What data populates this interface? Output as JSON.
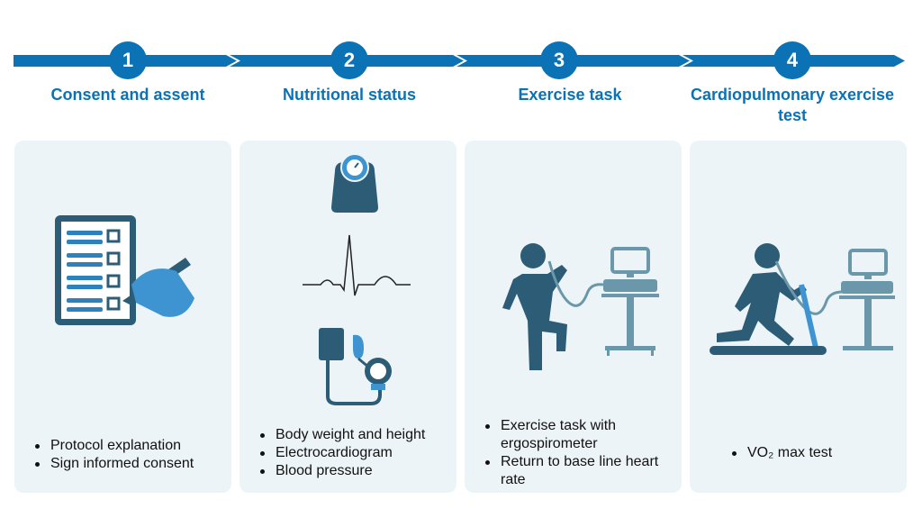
{
  "colors": {
    "accent": "#0a72b5",
    "icon_dark": "#2d5c76",
    "icon_light": "#6b97aa",
    "panel": "#edf4f8"
  },
  "steps": [
    {
      "number": "1",
      "title": "Consent and assent",
      "icon": "checklist-hand-pen-icon",
      "bullets": [
        "Protocol explanation",
        "Sign informed consent"
      ]
    },
    {
      "number": "2",
      "title": "Nutritional status",
      "icon": "scale-ecg-blood-pressure-icon",
      "bullets": [
        "Body weight and height",
        "Electrocardiogram",
        "Blood pressure"
      ]
    },
    {
      "number": "3",
      "title": "Exercise task",
      "icon": "person-ergospirometer-icon",
      "bullets": [
        "Exercise task with ergospirometer",
        "Return to base line heart rate"
      ]
    },
    {
      "number": "4",
      "title": "Cardiopulmonary exercise test",
      "icon": "treadmill-runner-icon",
      "bullets": [
        "VO₂ max test"
      ]
    }
  ]
}
